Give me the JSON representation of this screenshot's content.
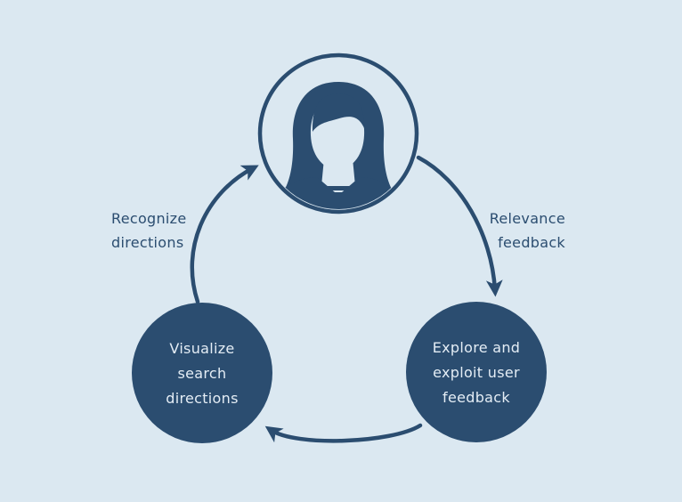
{
  "colors": {
    "background": "#dbe8f1",
    "accent": "#2b4d70",
    "node_text": "#e4edf5"
  },
  "diagram": {
    "type": "cycle",
    "center_node": {
      "id": "user",
      "icon": "woman-avatar-icon"
    },
    "nodes": [
      {
        "id": "visualize",
        "lines": [
          "Visualize",
          "search",
          "directions"
        ]
      },
      {
        "id": "explore",
        "lines": [
          "Explore and",
          "exploit user",
          "feedback"
        ]
      }
    ],
    "edge_labels": [
      {
        "id": "recognize",
        "edge": "visualize-to-user",
        "lines": [
          "Recognize",
          "directions"
        ]
      },
      {
        "id": "relevance",
        "edge": "user-to-explore",
        "lines": [
          "Relevance",
          "feedback"
        ]
      }
    ]
  }
}
